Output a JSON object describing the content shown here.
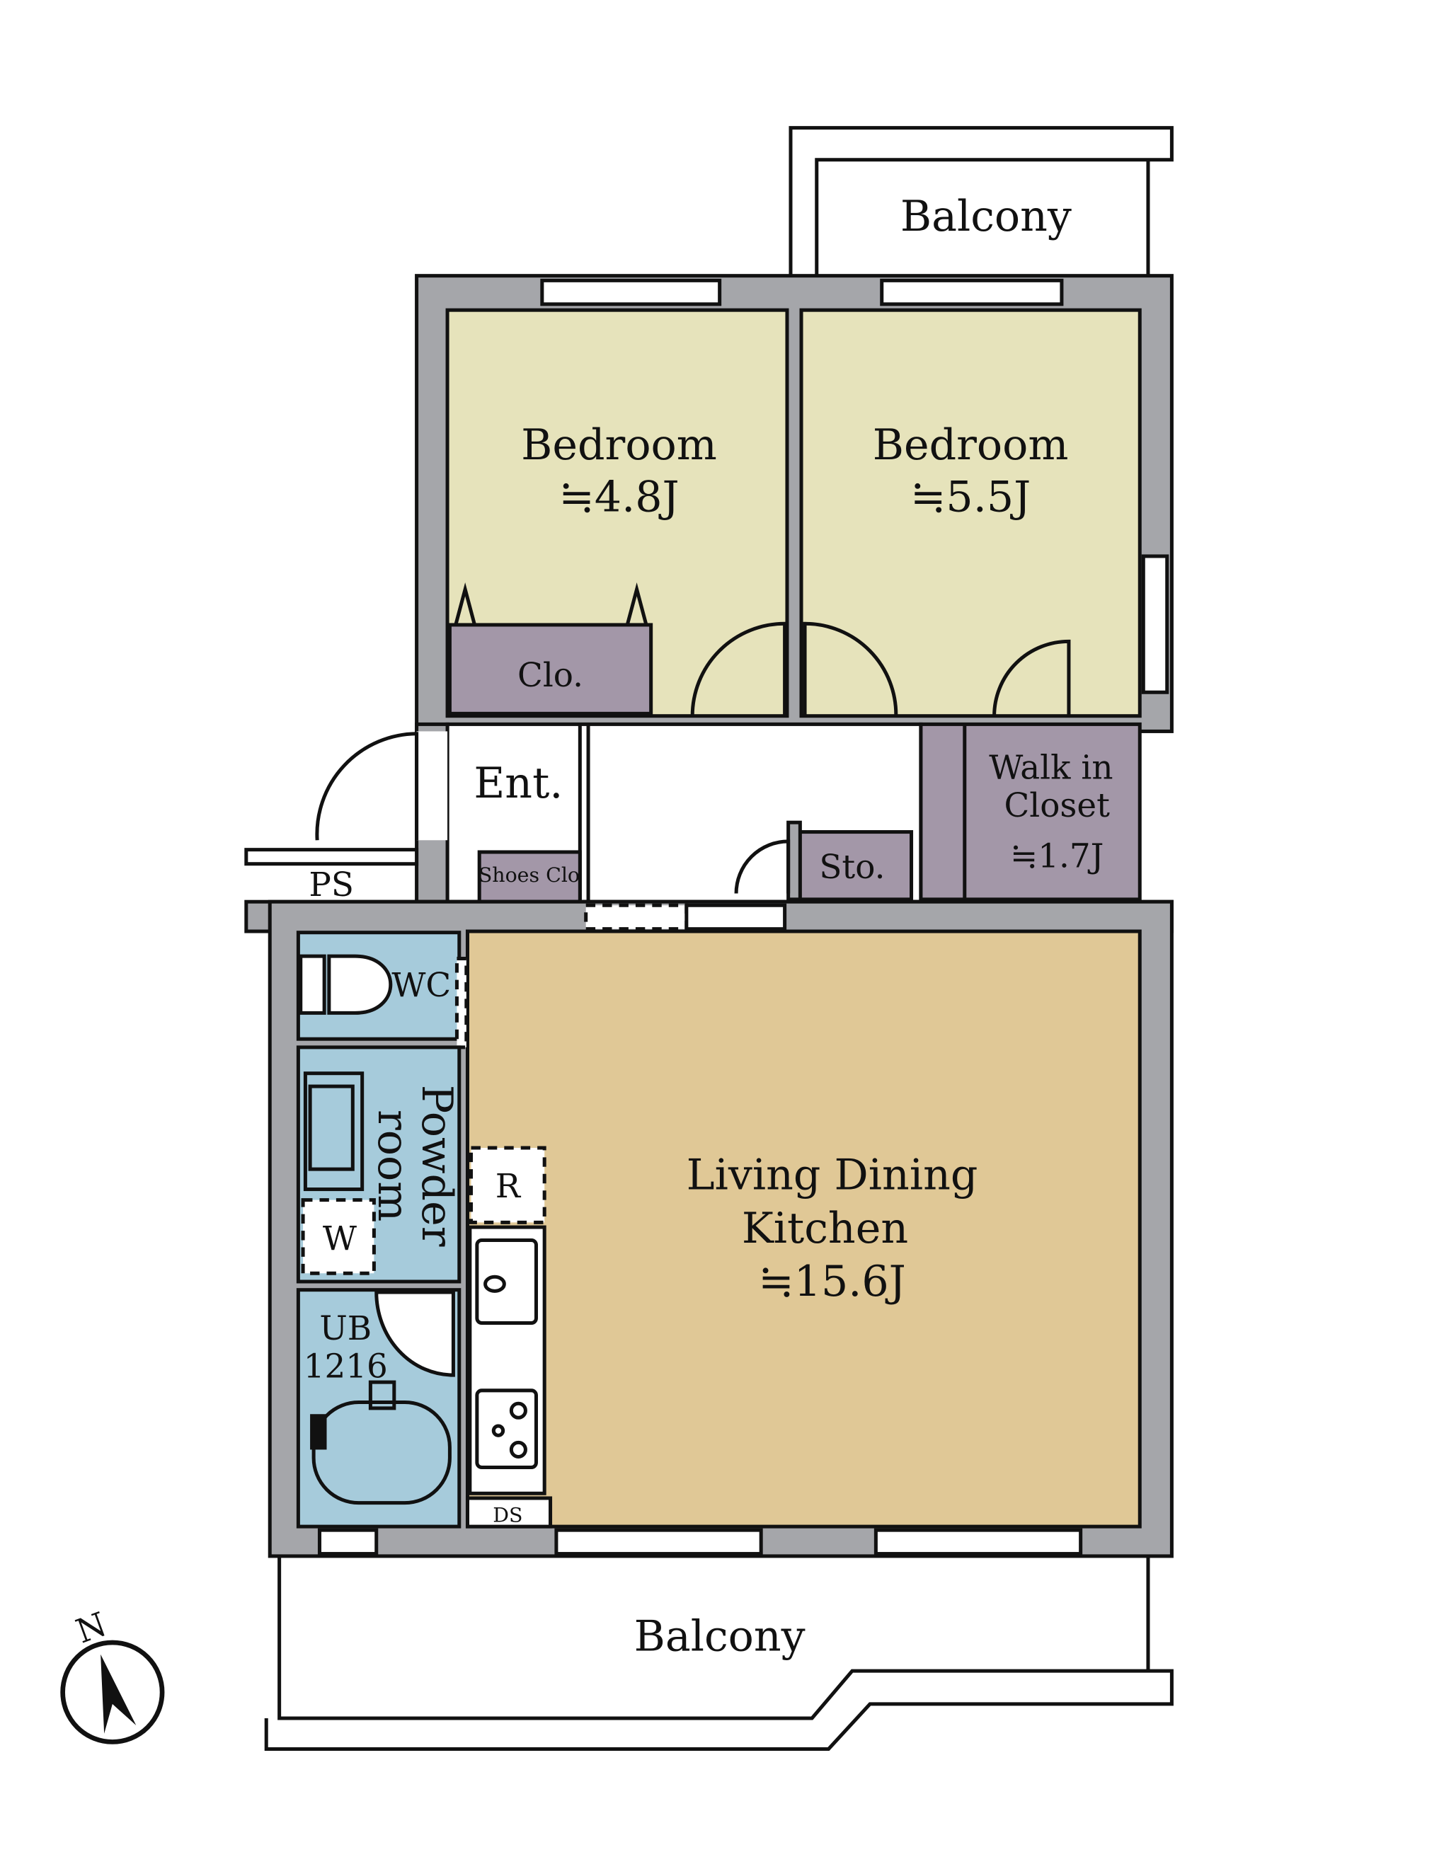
{
  "rooms": {
    "balcony_top": "Balcony",
    "bedroom_left": {
      "name": "Bedroom",
      "size": "≒4.8J"
    },
    "bedroom_right": {
      "name": "Bedroom",
      "size": "≒5.5J"
    },
    "closet": "Clo.",
    "entrance": "Ent.",
    "shoes_closet": "Shoes Clo",
    "ps": "PS",
    "storage": "Sto.",
    "walk_in_closet": {
      "line1": "Walk in",
      "line2": "Closet",
      "size": "≒1.7J"
    },
    "wc": "WC",
    "powder_room": {
      "line1": "Powder",
      "line2": "room"
    },
    "washer": "W",
    "refrigerator": "R",
    "unit_bath": {
      "line1": "UB",
      "line2": "1216"
    },
    "ds": "DS",
    "ldk": {
      "line1": "Living Dining",
      "line2": "Kitchen",
      "size": "≒15.6J"
    },
    "balcony_bottom": "Balcony"
  },
  "compass": {
    "label": "N"
  },
  "colors": {
    "bedroom": "#e6e3bb",
    "closet": "#a397a8",
    "ldk": "#e0c896",
    "bath": "#a6cbdb",
    "wall": "#a5a6aa"
  }
}
